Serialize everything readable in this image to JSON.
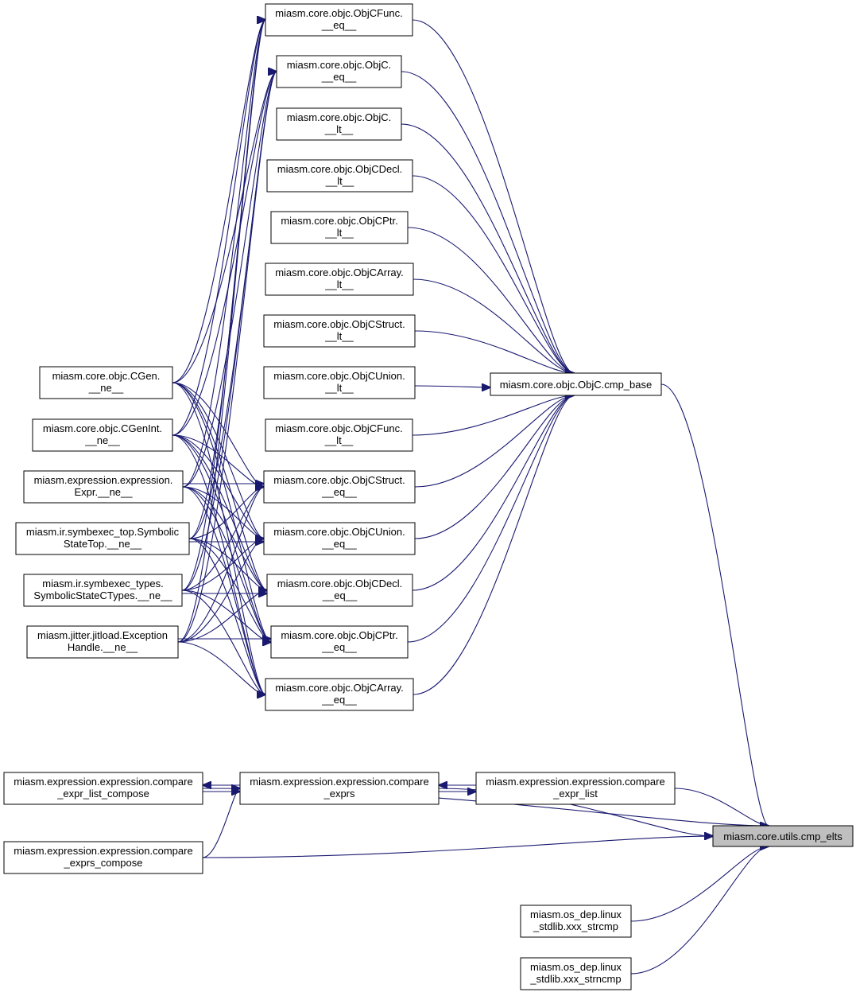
{
  "graph": {
    "colors": {
      "edge": "#191970",
      "node_fill": "#ffffff",
      "node_border": "#000000",
      "highlight_fill": "#bfbfbf"
    },
    "nodes": {
      "cmp_elts": {
        "line1": "miasm.core.utils.cmp_elts",
        "line2": ""
      },
      "cmp_base": {
        "line1": "miasm.core.objc.ObjC.cmp_base",
        "line2": ""
      },
      "objcfunc_eq": {
        "line1": "miasm.core.objc.ObjCFunc.",
        "line2": "__eq__"
      },
      "objc_eq": {
        "line1": "miasm.core.objc.ObjC.",
        "line2": "__eq__"
      },
      "objc_lt": {
        "line1": "miasm.core.objc.ObjC.",
        "line2": "__lt__"
      },
      "objcdecl_lt": {
        "line1": "miasm.core.objc.ObjCDecl.",
        "line2": "__lt__"
      },
      "objcptr_lt": {
        "line1": "miasm.core.objc.ObjCPtr.",
        "line2": "__lt__"
      },
      "objcarray_lt": {
        "line1": "miasm.core.objc.ObjCArray.",
        "line2": "__lt__"
      },
      "objcstruct_lt": {
        "line1": "miasm.core.objc.ObjCStruct.",
        "line2": "__lt__"
      },
      "objcunion_lt": {
        "line1": "miasm.core.objc.ObjCUnion.",
        "line2": "__lt__"
      },
      "objcfunc_lt": {
        "line1": "miasm.core.objc.ObjCFunc.",
        "line2": "__lt__"
      },
      "objcstruct_eq": {
        "line1": "miasm.core.objc.ObjCStruct.",
        "line2": "__eq__"
      },
      "objcunion_eq": {
        "line1": "miasm.core.objc.ObjCUnion.",
        "line2": "__eq__"
      },
      "objcdecl_eq": {
        "line1": "miasm.core.objc.ObjCDecl.",
        "line2": "__eq__"
      },
      "objcptr_eq": {
        "line1": "miasm.core.objc.ObjCPtr.",
        "line2": "__eq__"
      },
      "objcarray_eq": {
        "line1": "miasm.core.objc.ObjCArray.",
        "line2": "__eq__"
      },
      "cgen_ne": {
        "line1": "miasm.core.objc.CGen.",
        "line2": "__ne__"
      },
      "cgenint_ne": {
        "line1": "miasm.core.objc.CGenInt.",
        "line2": "__ne__"
      },
      "expr_ne": {
        "line1": "miasm.expression.expression.",
        "line2": "Expr.__ne__"
      },
      "symtop_ne": {
        "line1": "miasm.ir.symbexec_top.Symbolic",
        "line2": "StateTop.__ne__"
      },
      "symctypes_ne": {
        "line1": "miasm.ir.symbexec_types.",
        "line2": "SymbolicStateCTypes.__ne__"
      },
      "exc_ne": {
        "line1": "miasm.jitter.jitload.Exception",
        "line2": "Handle.__ne__"
      },
      "cmp_exprs": {
        "line1": "miasm.expression.expression.compare",
        "line2": "_exprs"
      },
      "cmp_expr_list": {
        "line1": "miasm.expression.expression.compare",
        "line2": "_expr_list"
      },
      "cmp_list_compose": {
        "line1": "miasm.expression.expression.compare",
        "line2": "_expr_list_compose"
      },
      "cmp_exprs_compose": {
        "line1": "miasm.expression.expression.compare",
        "line2": "_exprs_compose"
      },
      "strcmp": {
        "line1": "miasm.os_dep.linux",
        "line2": "_stdlib.xxx_strcmp"
      },
      "strncmp": {
        "line1": "miasm.os_dep.linux",
        "line2": "_stdlib.xxx_strncmp"
      }
    },
    "edges": [
      {
        "from": "cmp_base",
        "to": "cmp_elts"
      },
      {
        "from": "objcfunc_eq",
        "to": "cmp_base"
      },
      {
        "from": "objc_eq",
        "to": "cmp_base"
      },
      {
        "from": "objc_lt",
        "to": "cmp_base"
      },
      {
        "from": "objcdecl_lt",
        "to": "cmp_base"
      },
      {
        "from": "objcptr_lt",
        "to": "cmp_base"
      },
      {
        "from": "objcarray_lt",
        "to": "cmp_base"
      },
      {
        "from": "objcstruct_lt",
        "to": "cmp_base"
      },
      {
        "from": "objcunion_lt",
        "to": "cmp_base"
      },
      {
        "from": "objcfunc_lt",
        "to": "cmp_base"
      },
      {
        "from": "objcstruct_eq",
        "to": "cmp_base"
      },
      {
        "from": "objcunion_eq",
        "to": "cmp_base"
      },
      {
        "from": "objcdecl_eq",
        "to": "cmp_base"
      },
      {
        "from": "objcptr_eq",
        "to": "cmp_base"
      },
      {
        "from": "objcarray_eq",
        "to": "cmp_base"
      },
      {
        "from": "cmp_expr_list",
        "to": "cmp_elts"
      },
      {
        "from": "cmp_exprs",
        "to": "cmp_elts"
      },
      {
        "from": "cmp_exprs_compose",
        "to": "cmp_elts"
      },
      {
        "from": "cmp_list_compose",
        "to": "cmp_elts"
      },
      {
        "from": "strcmp",
        "to": "cmp_elts"
      },
      {
        "from": "strncmp",
        "to": "cmp_elts"
      },
      {
        "from": "cmp_expr_list",
        "to": "cmp_exprs"
      },
      {
        "from": "cmp_exprs",
        "to": "cmp_expr_list"
      },
      {
        "from": "cmp_exprs",
        "to": "cmp_list_compose"
      },
      {
        "from": "cmp_list_compose",
        "to": "cmp_exprs"
      },
      {
        "from": "cmp_exprs_compose",
        "to": "cmp_exprs"
      },
      {
        "from": "cgen_ne",
        "to": "objcfunc_eq"
      },
      {
        "from": "cgen_ne",
        "to": "objc_eq"
      },
      {
        "from": "cgen_ne",
        "to": "objcstruct_eq"
      },
      {
        "from": "cgen_ne",
        "to": "objcunion_eq"
      },
      {
        "from": "cgen_ne",
        "to": "objcdecl_eq"
      },
      {
        "from": "cgen_ne",
        "to": "objcptr_eq"
      },
      {
        "from": "cgen_ne",
        "to": "objcarray_eq"
      },
      {
        "from": "cgenint_ne",
        "to": "objcfunc_eq"
      },
      {
        "from": "cgenint_ne",
        "to": "objc_eq"
      },
      {
        "from": "cgenint_ne",
        "to": "objcstruct_eq"
      },
      {
        "from": "cgenint_ne",
        "to": "objcunion_eq"
      },
      {
        "from": "cgenint_ne",
        "to": "objcdecl_eq"
      },
      {
        "from": "cgenint_ne",
        "to": "objcptr_eq"
      },
      {
        "from": "cgenint_ne",
        "to": "objcarray_eq"
      },
      {
        "from": "expr_ne",
        "to": "objcfunc_eq"
      },
      {
        "from": "expr_ne",
        "to": "objc_eq"
      },
      {
        "from": "expr_ne",
        "to": "objcstruct_eq"
      },
      {
        "from": "expr_ne",
        "to": "objcunion_eq"
      },
      {
        "from": "expr_ne",
        "to": "objcdecl_eq"
      },
      {
        "from": "expr_ne",
        "to": "objcptr_eq"
      },
      {
        "from": "expr_ne",
        "to": "objcarray_eq"
      },
      {
        "from": "symtop_ne",
        "to": "objcfunc_eq"
      },
      {
        "from": "symtop_ne",
        "to": "objc_eq"
      },
      {
        "from": "symtop_ne",
        "to": "objcstruct_eq"
      },
      {
        "from": "symtop_ne",
        "to": "objcunion_eq"
      },
      {
        "from": "symtop_ne",
        "to": "objcdecl_eq"
      },
      {
        "from": "symtop_ne",
        "to": "objcptr_eq"
      },
      {
        "from": "symtop_ne",
        "to": "objcarray_eq"
      },
      {
        "from": "symctypes_ne",
        "to": "objcfunc_eq"
      },
      {
        "from": "symctypes_ne",
        "to": "objc_eq"
      },
      {
        "from": "symctypes_ne",
        "to": "objcstruct_eq"
      },
      {
        "from": "symctypes_ne",
        "to": "objcunion_eq"
      },
      {
        "from": "symctypes_ne",
        "to": "objcdecl_eq"
      },
      {
        "from": "symctypes_ne",
        "to": "objcptr_eq"
      },
      {
        "from": "symctypes_ne",
        "to": "objcarray_eq"
      },
      {
        "from": "exc_ne",
        "to": "objcfunc_eq"
      },
      {
        "from": "exc_ne",
        "to": "objc_eq"
      },
      {
        "from": "exc_ne",
        "to": "objcstruct_eq"
      },
      {
        "from": "exc_ne",
        "to": "objcunion_eq"
      },
      {
        "from": "exc_ne",
        "to": "objcdecl_eq"
      },
      {
        "from": "exc_ne",
        "to": "objcptr_eq"
      },
      {
        "from": "exc_ne",
        "to": "objcarray_eq"
      }
    ]
  }
}
